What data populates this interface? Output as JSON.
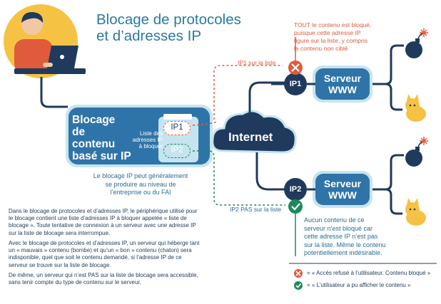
{
  "title": [
    "Blocage de protocoles",
    "et d’adresses IP"
  ],
  "blocker": {
    "title": [
      "Blocage",
      "de",
      "contenu",
      "basé sur IP"
    ],
    "list_label": [
      "Liste des",
      "adresses IP",
      "à bloquer"
    ],
    "tag1": "IP1",
    "tag2": "IP2",
    "caption": [
      "Le blocage IP peut généralement",
      "se produire au niveau de",
      "l’entreprise ou du FAI"
    ]
  },
  "internet_label": "Internet",
  "route1": {
    "label": "IP1 sur la liste",
    "ip": "IP1",
    "server": [
      "Serveur",
      "WWW"
    ],
    "note": [
      "TOUT le contenu est bloqué,",
      "puisque cette adresse IP",
      "figure sur la liste, y compris",
      "le contenu non ciblé"
    ]
  },
  "route2": {
    "label": "IP2 PAS sur la liste",
    "ip": "IP2",
    "server": [
      "Serveur",
      "WWW"
    ],
    "note": [
      "Aucun contenu de ce",
      "serveur n’est bloqué car",
      "cette adresse IP n’est pas",
      "sur la liste. Même le contenu",
      "potentiellement indésirable."
    ]
  },
  "paragraphs": [
    [
      "Dans le blocage de protocoles et d’adresses IP, le périphérique utilisé pour",
      "le blocage contient une liste d’adresses IP à bloquer appelée « liste de",
      "blocage ». Toute tentative de connexion à un serveur avec une adresse IP",
      "sur la liste de blocage sera interrompue."
    ],
    [
      "Avec le blocage de protocoles et d’adresses IP, un serveur qui héberge tant",
      "un « mauvais » contenu (bombe) et qu’un « bon » contenu (chaton) sera",
      "indisponible, quel que soit le contenu demandé, si l’adresse IP de ce",
      "serveur se trouve sur la liste de blocage."
    ],
    [
      "De même, un serveur qui n’est PAS sur la liste de blocage sera accessible,",
      "sans tenir compte du type de contenu sur le serveur."
    ]
  ],
  "legend": {
    "blocked": "= « Accès refusé à l’utilisateur. Contenu bloqué »",
    "allowed": "= « L’utilisateur a pu afficher le contenu »"
  },
  "icons": [
    "user-at-laptop-icon",
    "bomb-icon",
    "kitten-icon",
    "cross-icon",
    "check-icon",
    "cloud-icon",
    "list-document-icon"
  ],
  "colors": {
    "navy": "#1f3a5c",
    "teal_blue": "#2a6b9a",
    "light_blue": "#c6e4ef",
    "server_blue": "#2f74a8",
    "red": "#e05a3c",
    "green": "#1e8a5a",
    "yellow": "#f6c244"
  }
}
